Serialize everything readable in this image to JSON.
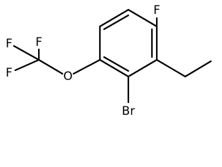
{
  "molecule": {
    "atoms": {
      "fluorine_top": "F",
      "cf3_fluorine_top": "F",
      "cf3_fluorine_left": "F",
      "cf3_fluorine_bottom": "F",
      "oxygen": "O",
      "bromine": "Br"
    }
  }
}
